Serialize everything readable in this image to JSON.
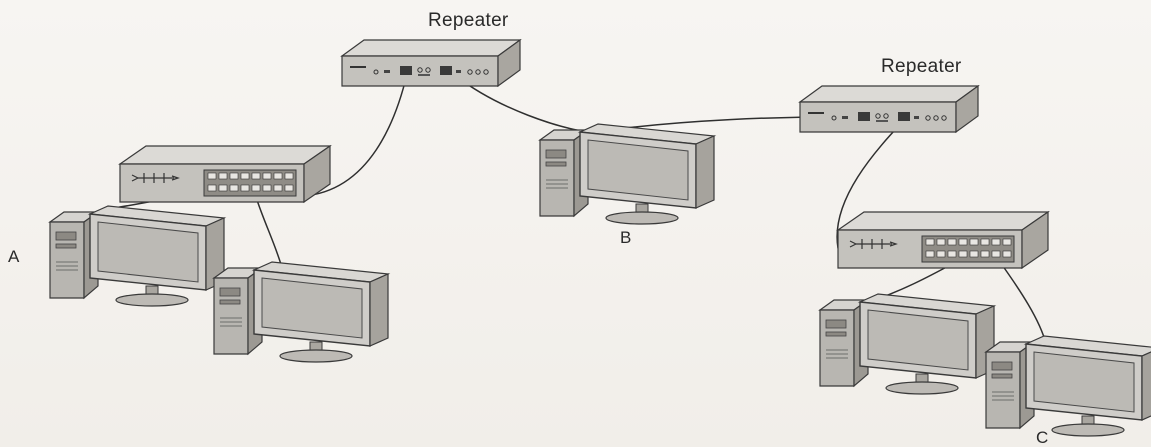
{
  "labels": {
    "repeater_left": "Repeater",
    "repeater_right": "Repeater",
    "node_a": "A",
    "node_b": "B",
    "node_c": "C"
  },
  "colors": {
    "background": "#f4f2ef",
    "device_top": "#d9d7d3",
    "device_front": "#c2c0bb",
    "device_side": "#a9a6a0",
    "screen": "#c9c7c3",
    "cable": "#2f2f2f",
    "stroke": "#3a3a3a"
  }
}
